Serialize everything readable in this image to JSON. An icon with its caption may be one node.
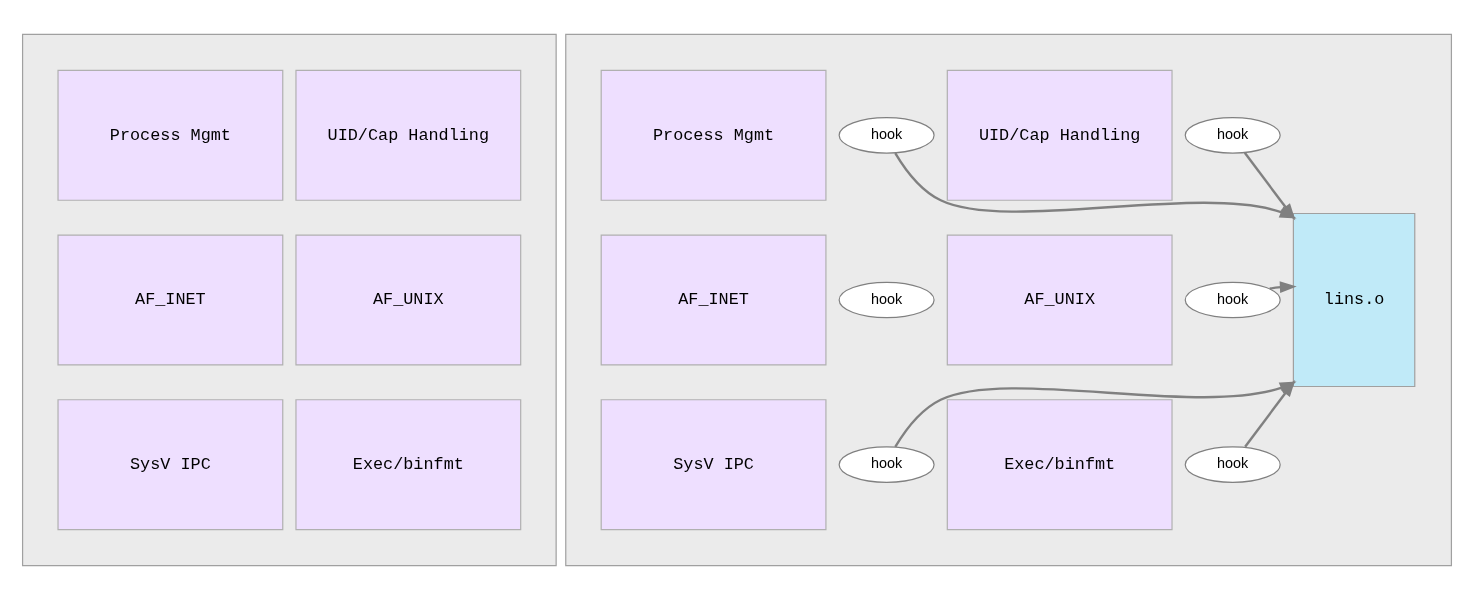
{
  "diagram": {
    "nodes": [
      {
        "text": [],
        "shape": "box"
      },
      {
        "text": [
          "Process Mgmt"
        ],
        "in": 0
      },
      {
        "text": [
          "UID/Cap Handling"
        ],
        "in": 0
      },
      {
        "text": [
          "AF_INET"
        ],
        "in": 0
      },
      {
        "text": [
          "AF_UNIX"
        ],
        "in": 0
      },
      {
        "text": [
          "SysV IPC"
        ],
        "in": 0
      },
      {
        "text": [
          "Exec/binfmt"
        ],
        "in": 0
      },
      {
        "text": [],
        "shape": "box"
      },
      {
        "text": [
          "Process Mgmt"
        ],
        "in": 7
      },
      {
        "text": [
          "hook"
        ],
        "in": 7
      },
      {
        "text": [
          "UID/Cap Handling"
        ],
        "in": 7
      },
      {
        "text": [
          "hook"
        ],
        "in": 7
      },
      {
        "text": [
          "AF_INET"
        ],
        "in": 7
      },
      {
        "text": [
          "hook"
        ],
        "in": 7
      },
      {
        "text": [
          "AF_UNIX"
        ],
        "in": 7
      },
      {
        "text": [
          "hook"
        ],
        "in": 7
      },
      {
        "text": [
          "SysV IPC"
        ],
        "in": 7
      },
      {
        "text": [
          "hook"
        ],
        "in": 7
      },
      {
        "text": [
          "Exec/binfmt"
        ],
        "in": 7
      },
      {
        "text": [
          "hook"
        ],
        "in": 7
      },
      {
        "text": [
          "lins.o"
        ],
        "in": 7
      }
    ],
    "edges": [
      {
        "from": 9,
        "to": 20,
        "arrow": "to"
      },
      {
        "from": 11,
        "to": 20,
        "arrow": "to"
      },
      {
        "from": 15,
        "to": 20,
        "arrow": "to"
      },
      {
        "from": 17,
        "to": 20,
        "arrow": "to"
      },
      {
        "from": 19,
        "to": 20,
        "arrow": "to"
      }
    ]
  }
}
